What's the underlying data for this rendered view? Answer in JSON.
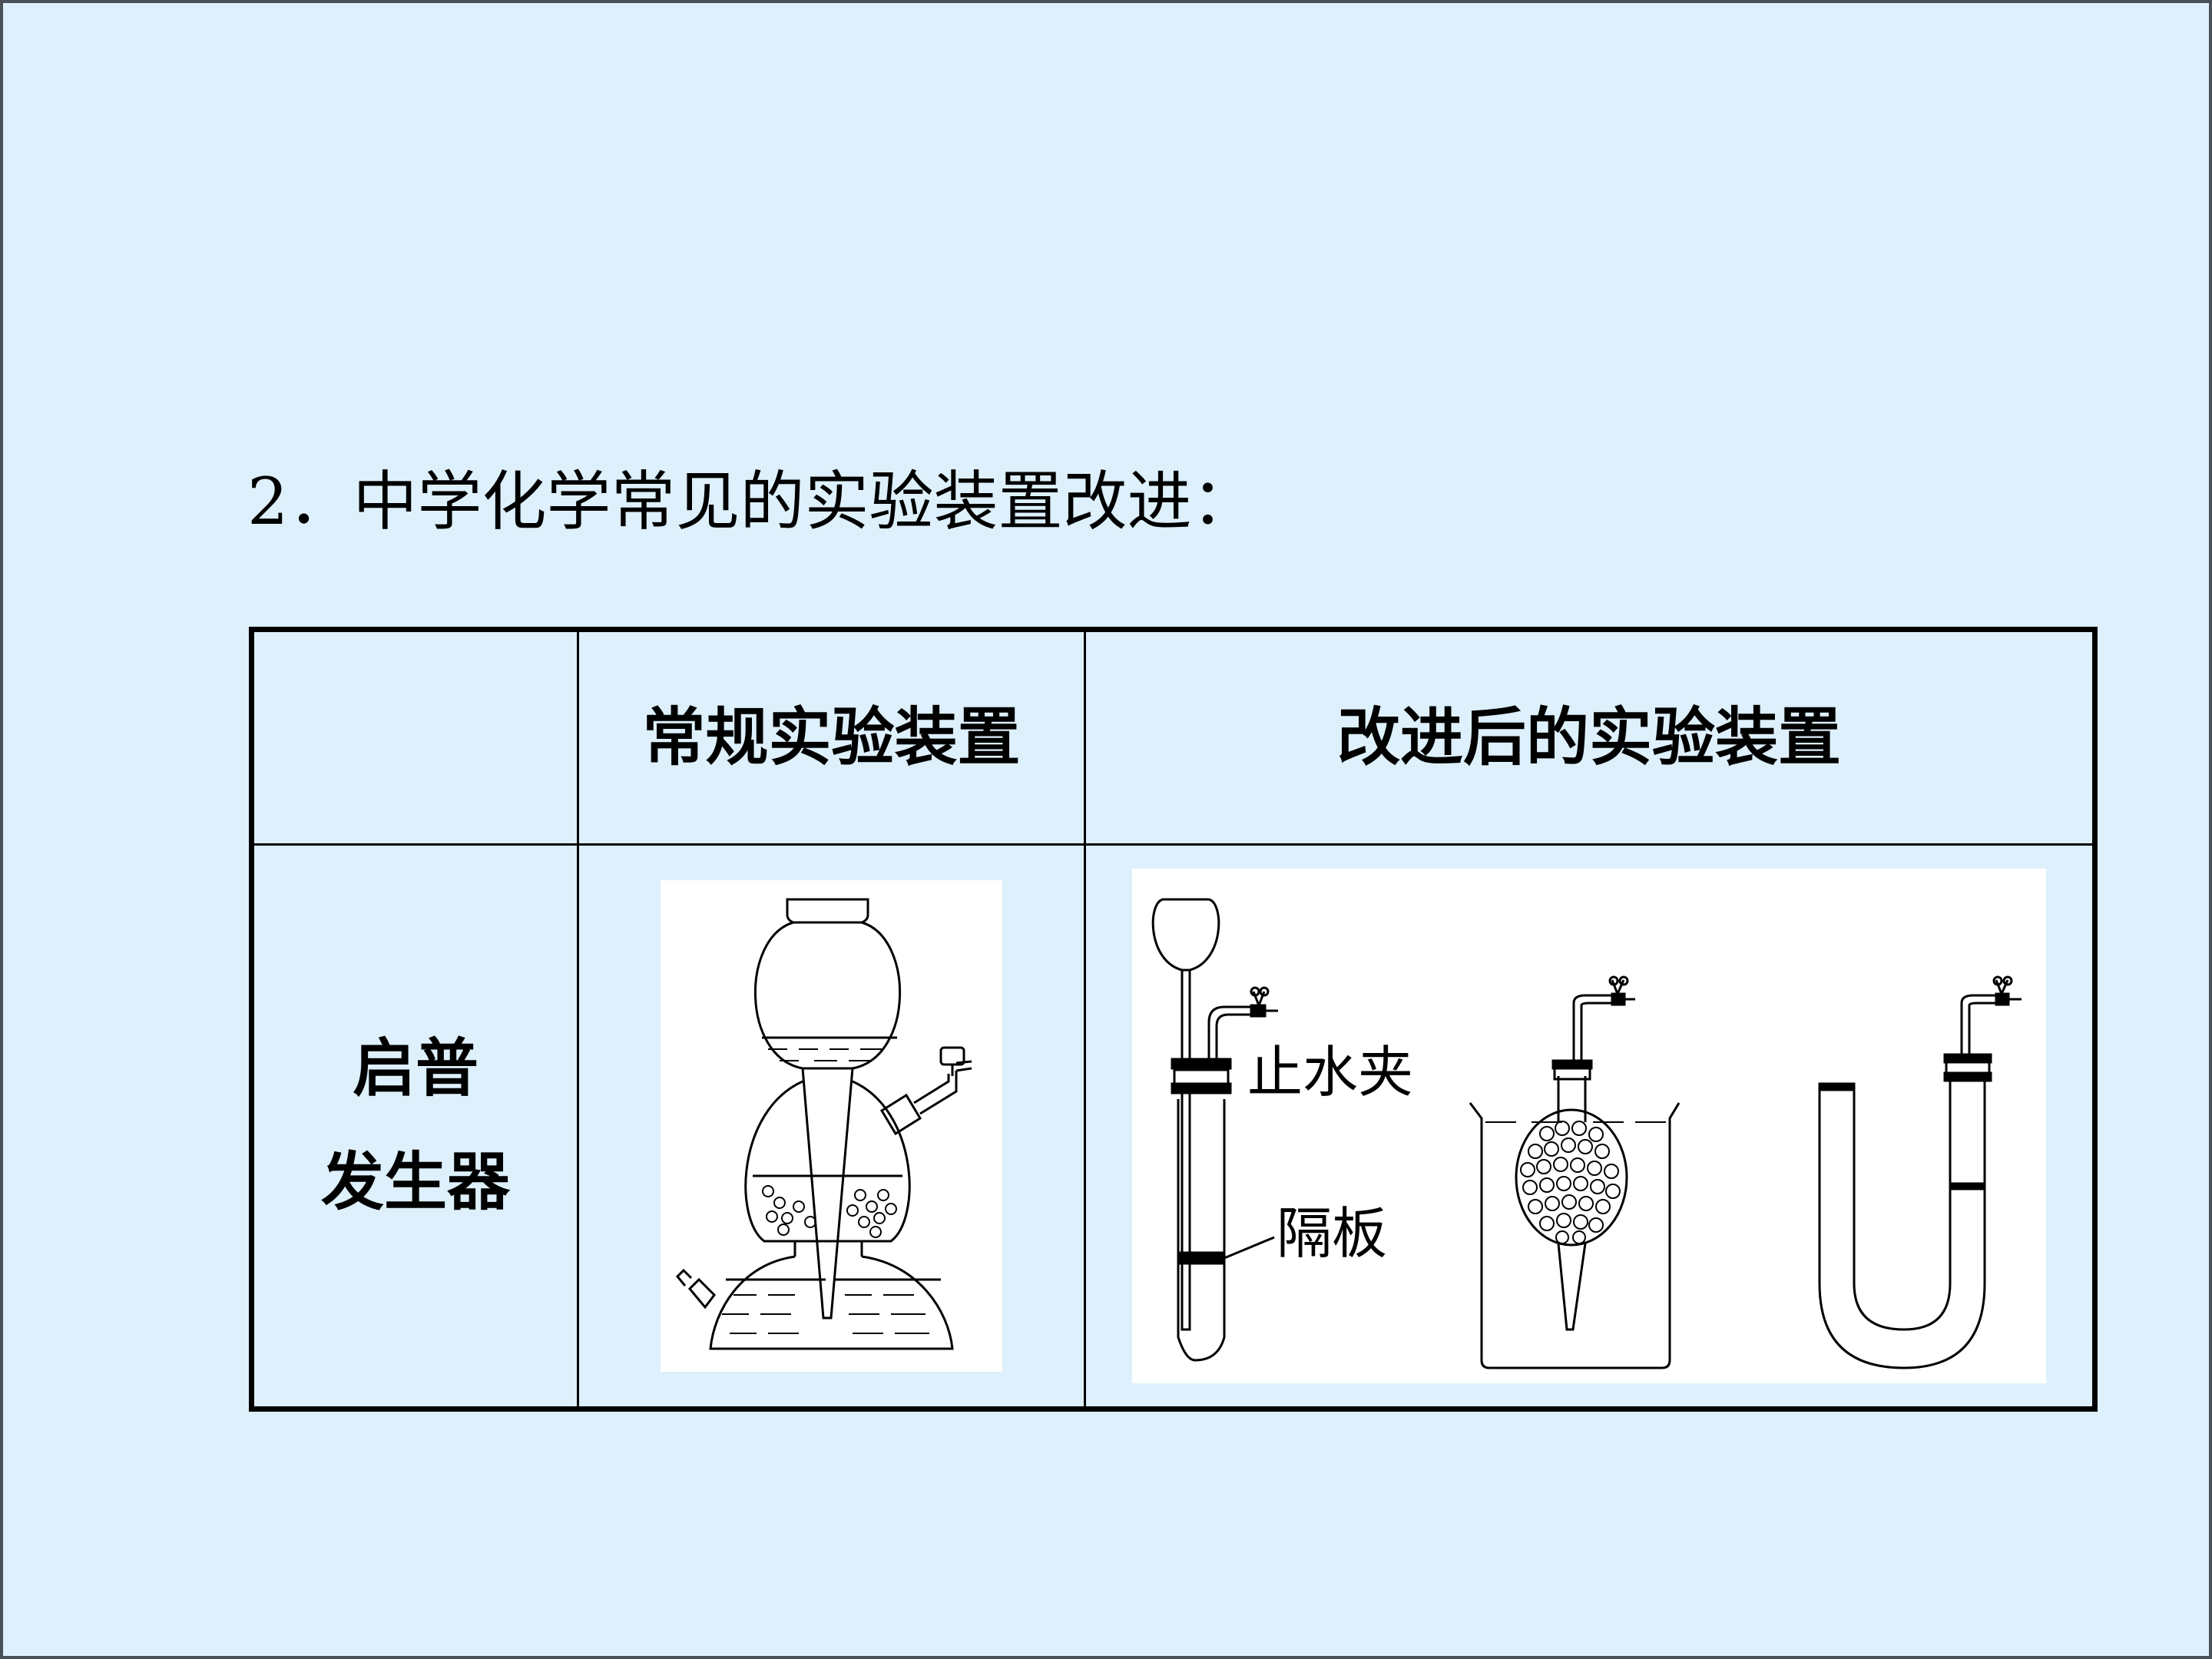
{
  "heading": "2．中学化学常见的实验装置改进：",
  "table": {
    "header": {
      "empty": "",
      "conventional": "常规实验装置",
      "improved": "改进后的实验装置"
    },
    "row": {
      "label_line1": "启普",
      "label_line2": "发生器"
    }
  },
  "labels": {
    "clamp": "止水夹",
    "partition": "隔板"
  }
}
